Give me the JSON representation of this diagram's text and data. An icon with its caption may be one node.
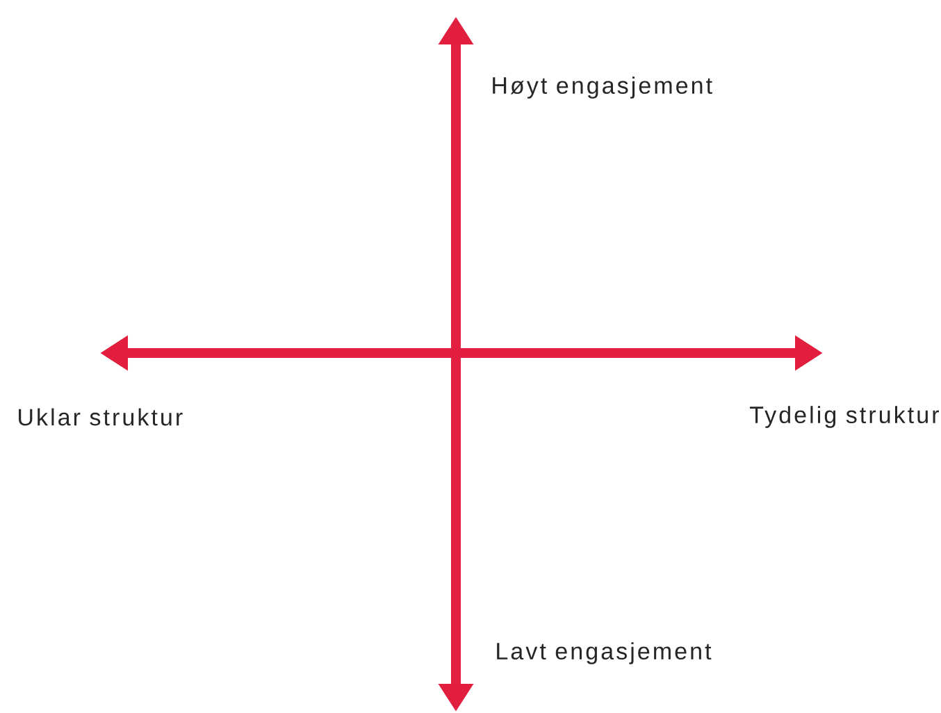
{
  "diagram": {
    "labels": [
      "Høyt engasjement",
      "Uklar struktur",
      "Tydelig struktur",
      "Lavt engasjement"
    ]
  }
}
